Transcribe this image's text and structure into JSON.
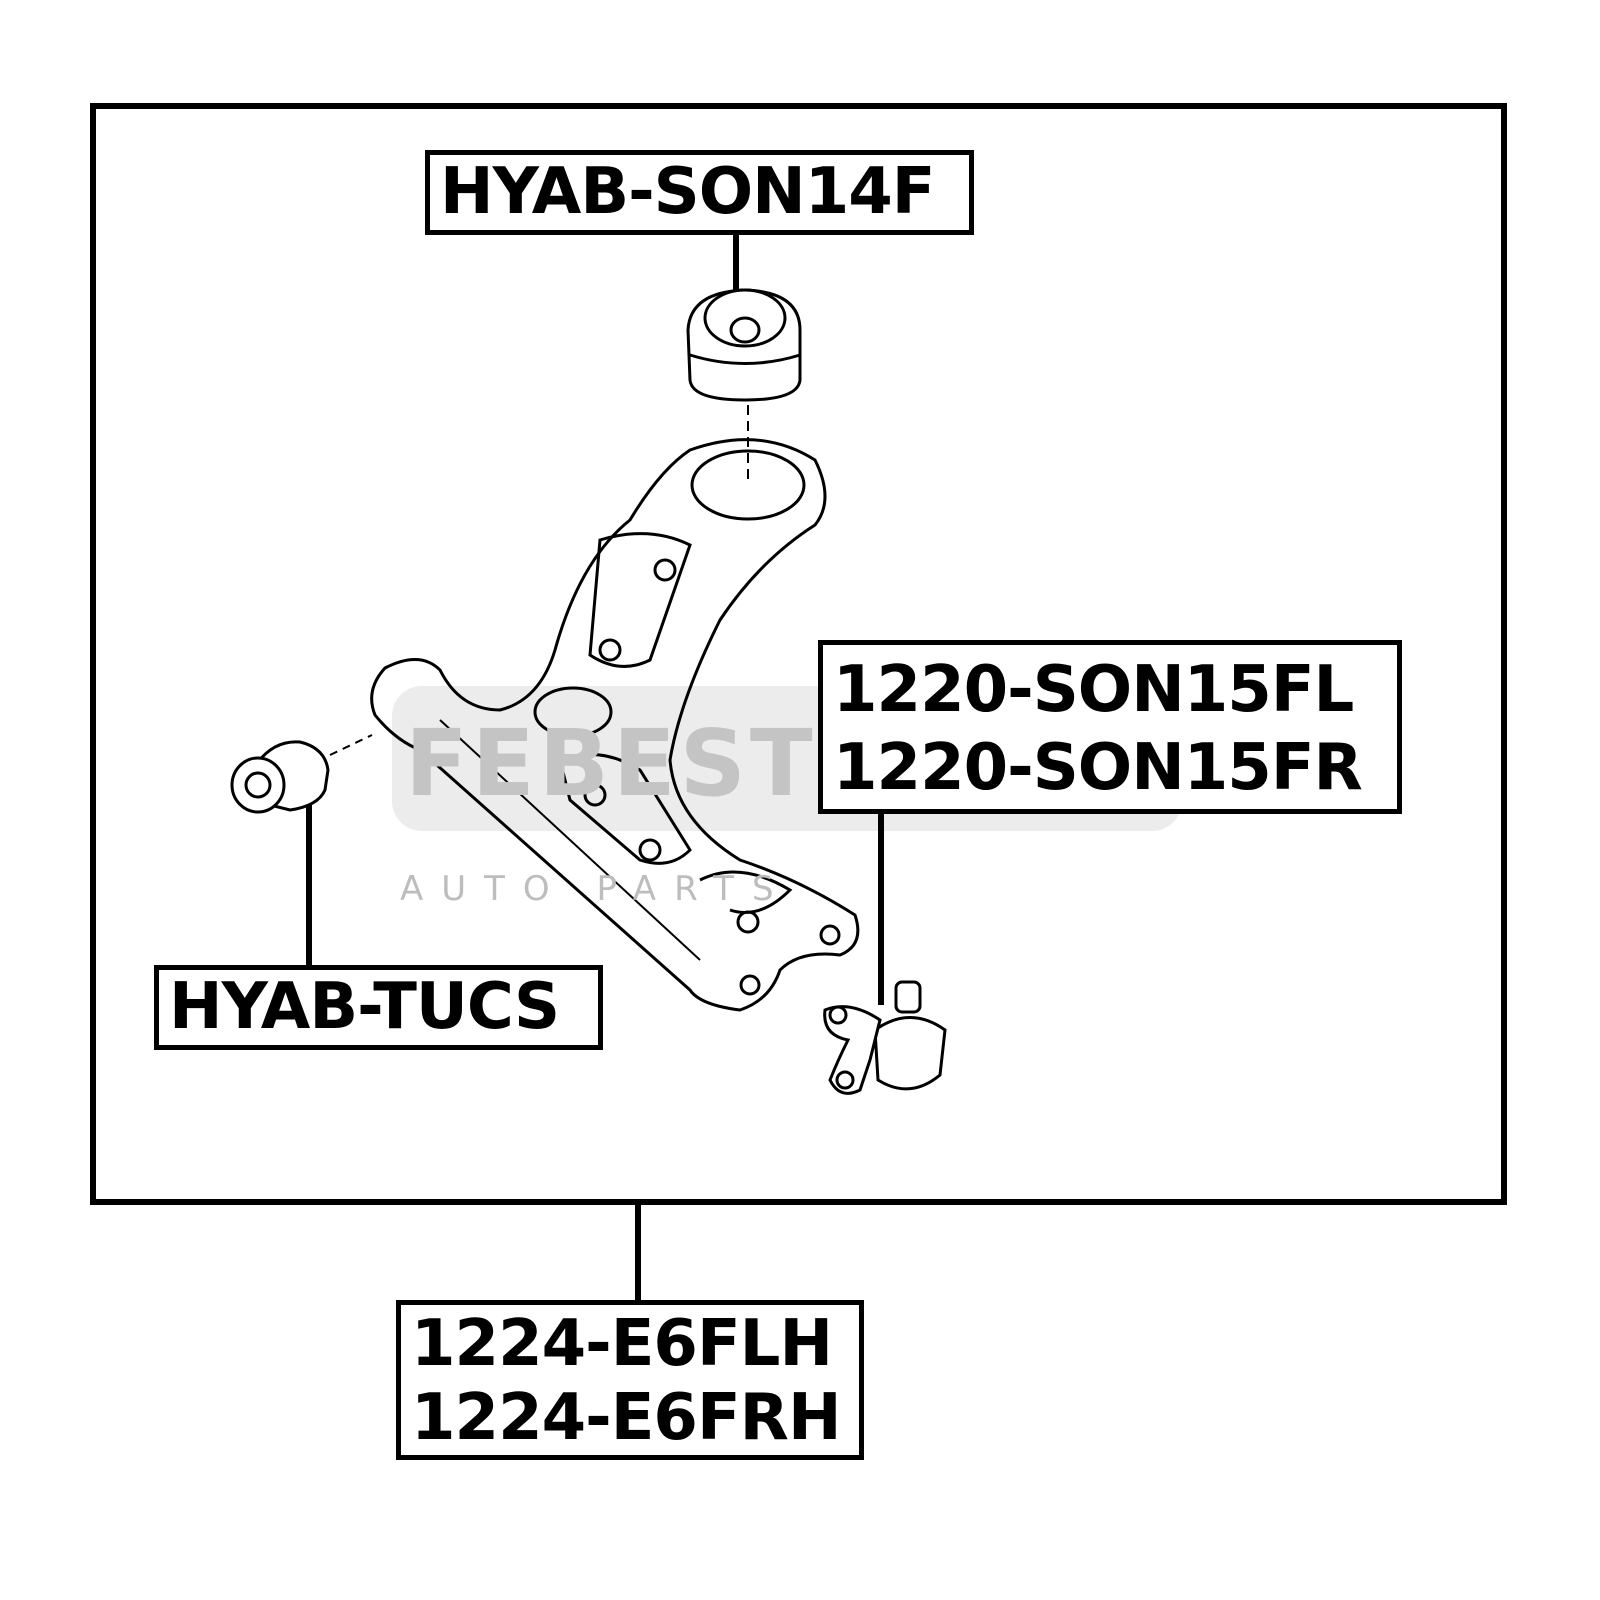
{
  "watermark": {
    "brand": "FEBEST",
    "tagline": "AUTO PARTS"
  },
  "parts": {
    "top_bushing": {
      "label": "HYAB-SON14F"
    },
    "ball_joint": {
      "lines": [
        "1220-SON15FL",
        "1220-SON15FR"
      ]
    },
    "rear_bushing": {
      "label": "HYAB-TUCS"
    },
    "control_arm": {
      "lines": [
        "1224-E6FLH",
        "1224-E6FRH"
      ]
    }
  },
  "colors": {
    "line": "#000000",
    "watermark": "#e6e6e6"
  }
}
